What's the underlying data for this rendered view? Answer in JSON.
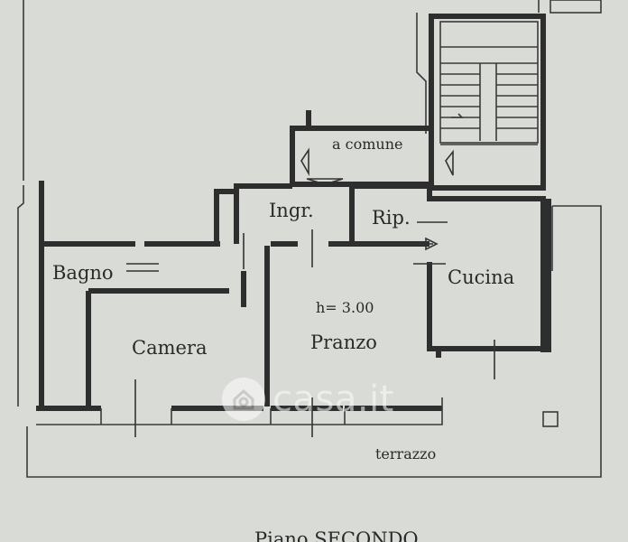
{
  "rooms": {
    "bagno": "Bagno",
    "camera": "Camera",
    "ingresso": "Ingr.",
    "ripostiglio": "Rip.",
    "cucina": "Cucina",
    "pranzo": "Pranzo",
    "terrazzo": "terrazzo",
    "comune": "a comune"
  },
  "height_label": "h= 3.00",
  "floor_label": "Piano SECONDO",
  "watermark": {
    "text": "casa.it",
    "icon": "house-icon"
  },
  "colors": {
    "paper": "#d9dbd6",
    "ink": "#2e2e2e",
    "watermark": "#ffffff"
  }
}
